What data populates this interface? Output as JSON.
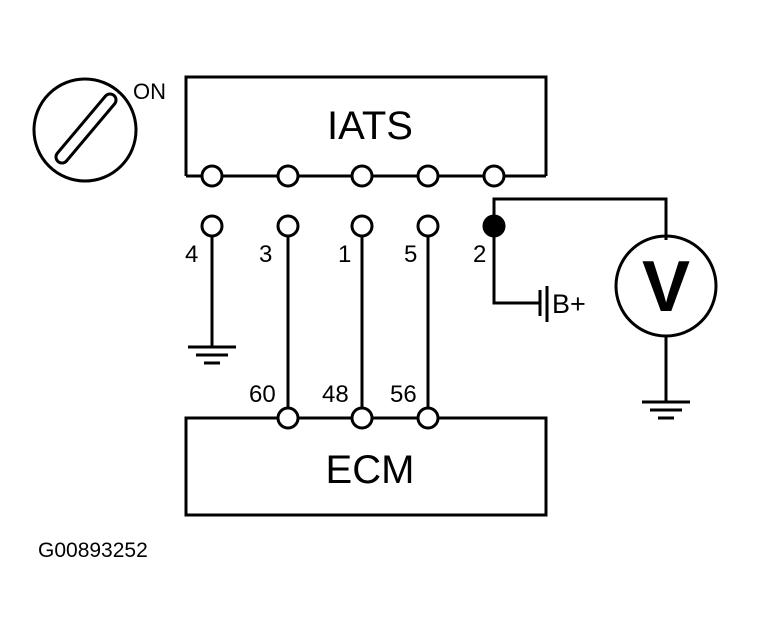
{
  "switch": {
    "on_label": "ON"
  },
  "iats": {
    "label": "IATS"
  },
  "ecm": {
    "label": "ECM"
  },
  "connector_pins": [
    "4",
    "3",
    "1",
    "5",
    "2"
  ],
  "ecm_pins": [
    "60",
    "48",
    "56"
  ],
  "battery": {
    "label": "B+"
  },
  "meter": {
    "label": "V"
  },
  "figure_id": "G00893252"
}
